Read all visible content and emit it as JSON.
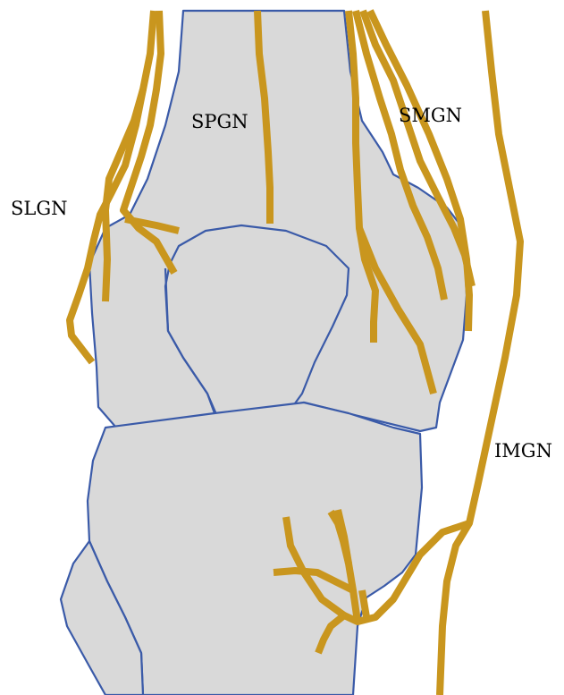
{
  "labels": {
    "slgn": "SLGN",
    "spgn": "SPGN",
    "smgn": "SMGN",
    "imgn": "IMGN"
  },
  "colors": {
    "bone_fill": "#d9d9d9",
    "bone_outline": "#3a5aa8",
    "nerve": "#c9961e",
    "background": "#ffffff"
  }
}
